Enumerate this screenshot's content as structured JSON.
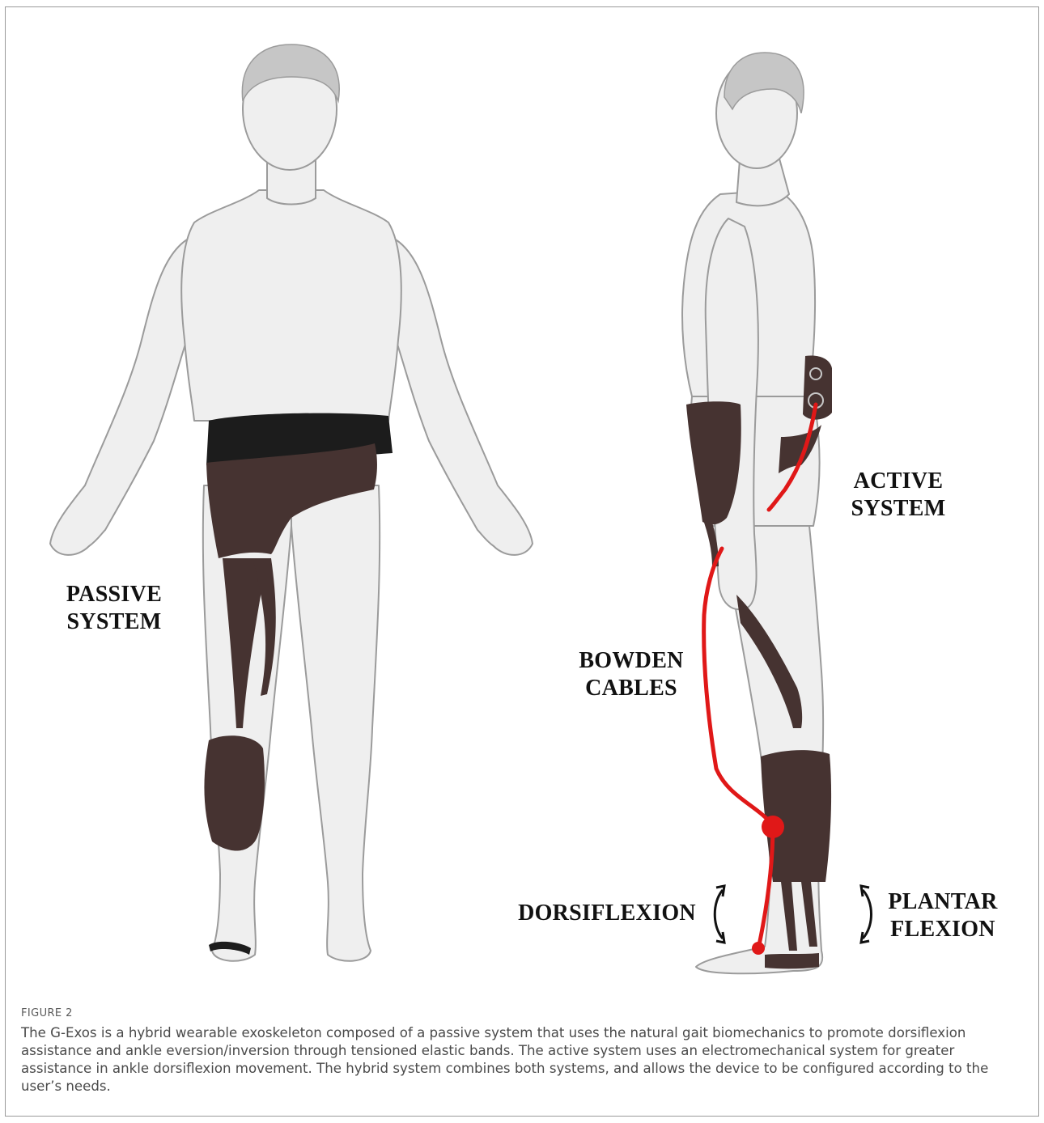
{
  "labels": {
    "passive_system": "PASSIVE SYSTEM",
    "active_system": "ACTIVE SYSTEM",
    "bowden_cables": "BOWDEN CABLES",
    "dorsiflexion": "DORSIFLEXION",
    "plantar_flexion": "PLANTAR FLEXION"
  },
  "caption": {
    "tag": "FIGURE 2",
    "text": "The G-Exos is a hybrid wearable exoskeleton composed of a passive system that uses the natural gait biomechanics to promote dorsiflexion assistance and ankle eversion/inversion through tensioned elastic bands. The active system uses an electromechanical system for greater assistance in ankle dorsiflexion movement. The hybrid system combines both systems, and allows the device to be configured according to the user’s needs."
  },
  "colors": {
    "skin": "#efefef",
    "outline": "#9b9b9b",
    "hair": "#c6c6c6",
    "brace": "#463331",
    "waistband": "#1c1c1c",
    "cable": "#e01818"
  }
}
